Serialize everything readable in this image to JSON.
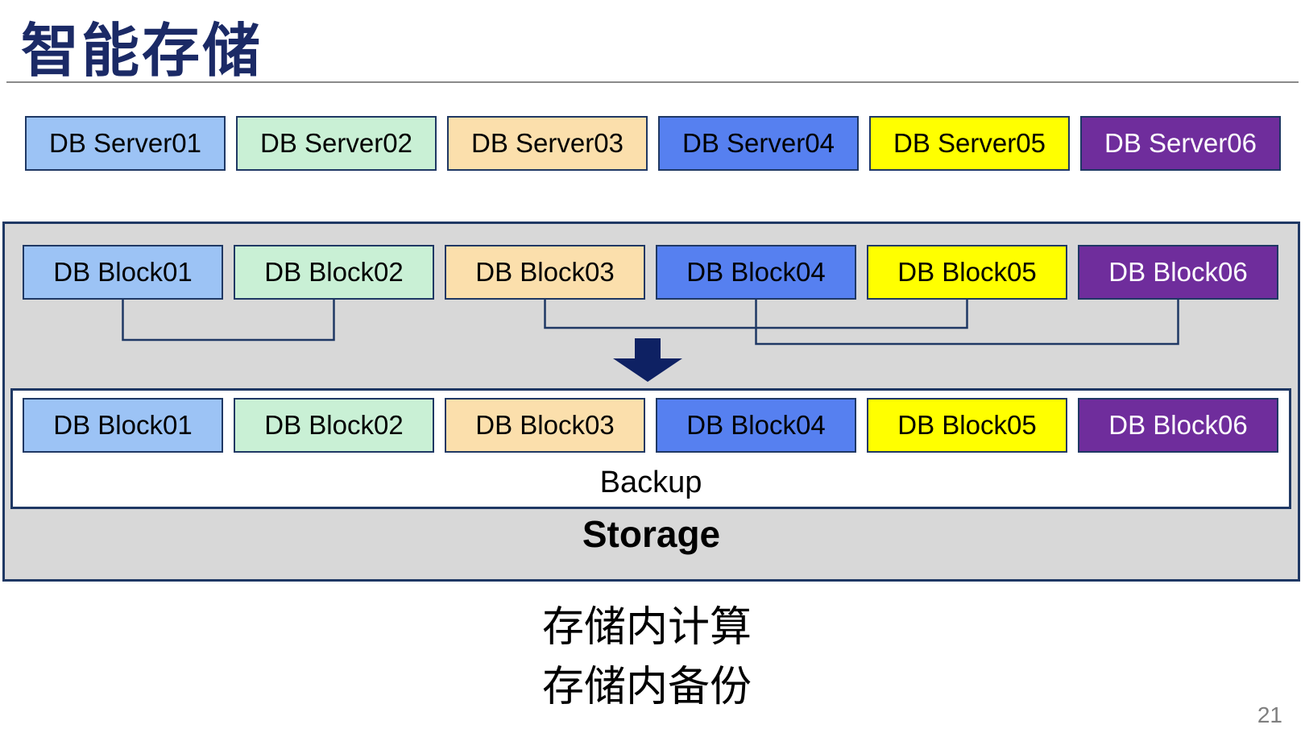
{
  "title": "智能存储",
  "page_number": "21",
  "servers": [
    {
      "label": "DB Server01",
      "fill": "#9CC3F5",
      "text": "#000000"
    },
    {
      "label": "DB Server02",
      "fill": "#C9F0D5",
      "text": "#000000"
    },
    {
      "label": "DB Server03",
      "fill": "#FBDFAC",
      "text": "#000000"
    },
    {
      "label": "DB Server04",
      "fill": "#5680F0",
      "text": "#000000"
    },
    {
      "label": "DB Server05",
      "fill": "#FFFF00",
      "text": "#000000"
    },
    {
      "label": "DB Server06",
      "fill": "#6F2D9C",
      "text": "#FFFFFF"
    }
  ],
  "source_blocks": [
    {
      "label": "DB Block01",
      "fill": "#9CC3F5",
      "text": "#000000"
    },
    {
      "label": "DB Block02",
      "fill": "#C9F0D5",
      "text": "#000000"
    },
    {
      "label": "DB Block03",
      "fill": "#FBDFAC",
      "text": "#000000"
    },
    {
      "label": "DB Block04",
      "fill": "#5680F0",
      "text": "#000000"
    },
    {
      "label": "DB Block05",
      "fill": "#FFFF00",
      "text": "#000000"
    },
    {
      "label": "DB Block06",
      "fill": "#6F2D9C",
      "text": "#FFFFFF"
    }
  ],
  "backup_blocks": [
    {
      "label": "DB Block01",
      "fill": "#9CC3F5",
      "text": "#000000"
    },
    {
      "label": "DB Block02",
      "fill": "#C9F0D5",
      "text": "#000000"
    },
    {
      "label": "DB Block03",
      "fill": "#FBDFAC",
      "text": "#000000"
    },
    {
      "label": "DB Block04",
      "fill": "#5680F0",
      "text": "#000000"
    },
    {
      "label": "DB Block05",
      "fill": "#FFFF00",
      "text": "#000000"
    },
    {
      "label": "DB Block06",
      "fill": "#6F2D9C",
      "text": "#FFFFFF"
    }
  ],
  "labels": {
    "backup": "Backup",
    "storage": "Storage"
  },
  "captions": {
    "line1": "存储内计算",
    "line2": "存储内备份"
  },
  "icons": {
    "down_arrow": "down-arrow"
  },
  "colors": {
    "title_navy": "#1B2A66",
    "box_border_navy": "#1F3864",
    "connector_navy": "#1F3864",
    "arrow_navy": "#0E2163",
    "container_gray": "#D8D8D8",
    "rule_gray": "#8A8A8A",
    "page_number_gray": "#7F7F7F"
  }
}
